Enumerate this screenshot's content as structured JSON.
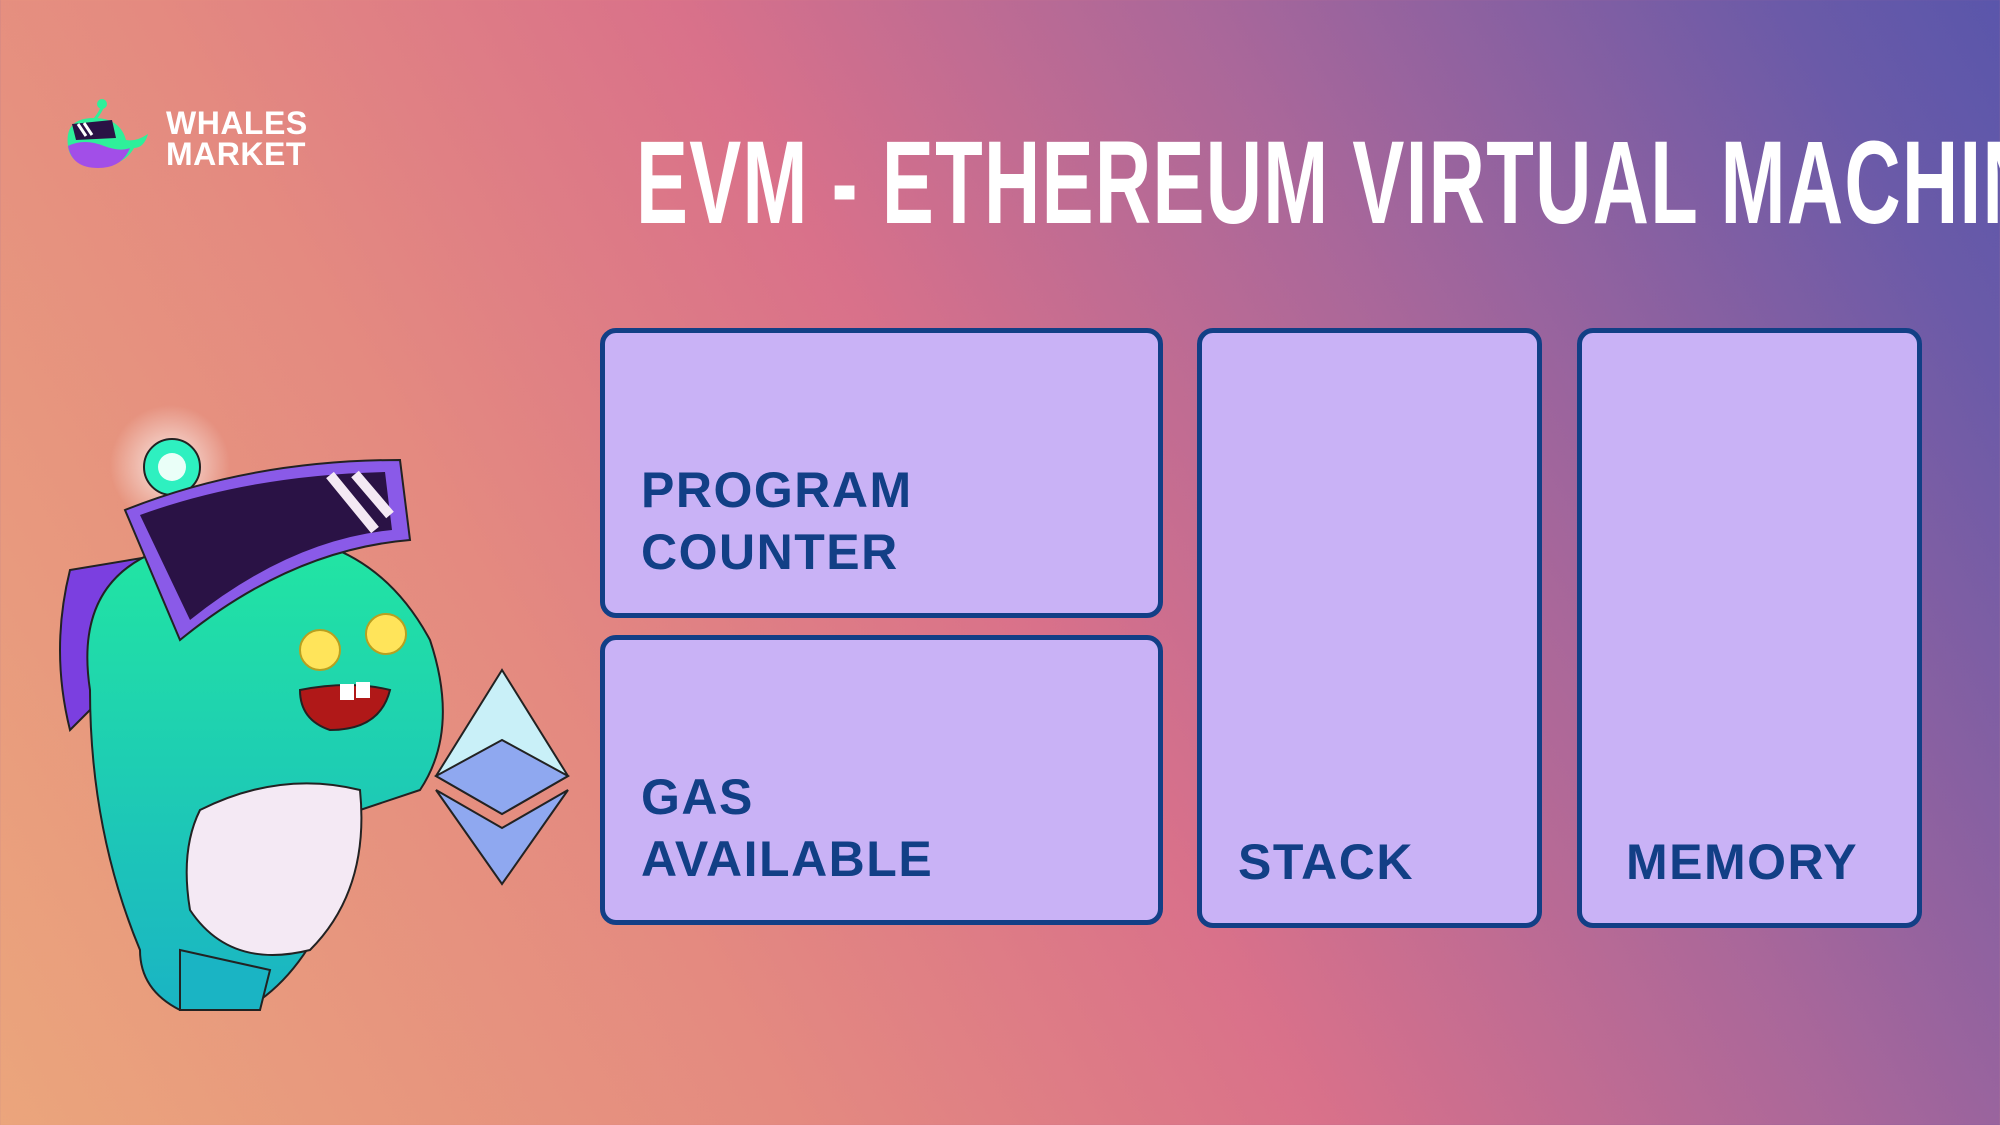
{
  "brand": {
    "line1": "WHALES",
    "line2": "MARKET",
    "colors": {
      "green": "#2ef09a",
      "purple": "#a24ee8",
      "dark": "#2a1245"
    }
  },
  "title": "EVM - ETHEREUM VIRTUAL MACHINE",
  "boxes": [
    {
      "label": "PROGRAM\nCOUNTER"
    },
    {
      "label": "GAS\nAVAILABLE"
    },
    {
      "label": "STACK"
    },
    {
      "label": "MEMORY"
    }
  ],
  "colors": {
    "box_fill": "#c9b2f6",
    "box_border": "#123f86"
  },
  "illustration": {
    "icons": [
      "whale-mascot",
      "ethereum-icon"
    ]
  }
}
